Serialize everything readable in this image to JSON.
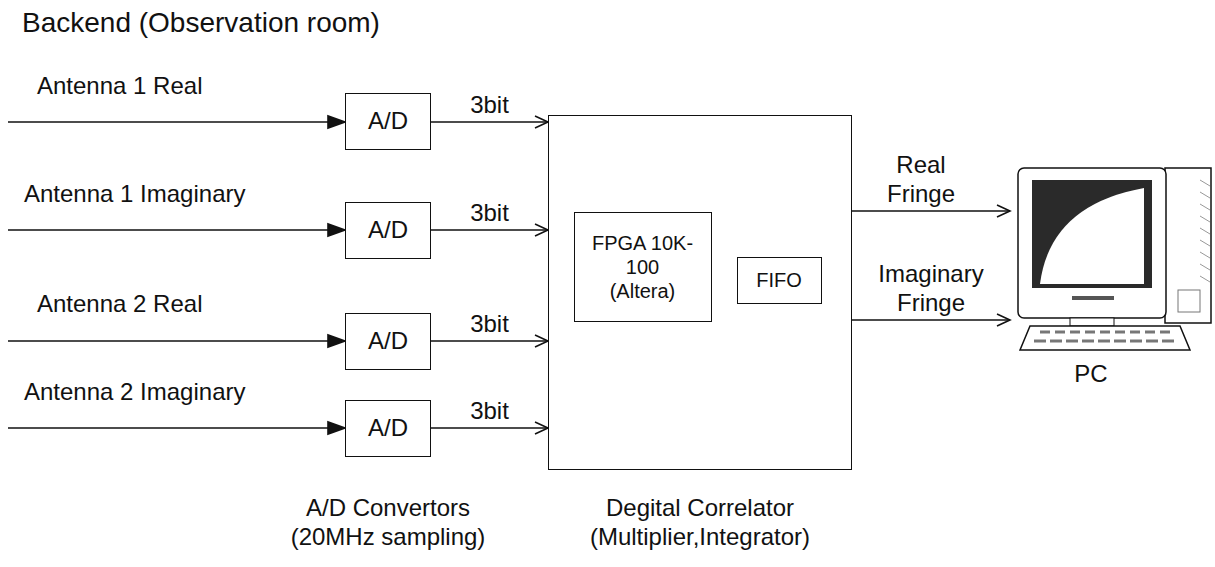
{
  "diagram": {
    "title": "Backend (Observation room)",
    "nodes": [
      {
        "text": [
          "A/D"
        ]
      },
      {
        "text": [
          "A/D"
        ]
      },
      {
        "text": [
          "A/D"
        ]
      },
      {
        "text": [
          "A/D"
        ]
      },
      {
        "text": [
          "Degital Correlator (Multiplier,Integrator)"
        ]
      },
      {
        "text": [
          "FPGA 10K-100 (Altera)"
        ],
        "in": 4
      },
      {
        "text": [
          "FIFO"
        ],
        "in": 4
      },
      {
        "text": [
          "PC"
        ]
      }
    ],
    "edges": [
      {
        "from": 0,
        "to": 4,
        "label": "3bit",
        "arrow": "to"
      },
      {
        "from": 1,
        "to": 4,
        "label": "3bit",
        "arrow": "to"
      },
      {
        "from": 2,
        "to": 4,
        "label": "3bit",
        "arrow": "to"
      },
      {
        "from": 3,
        "to": 4,
        "label": "3bit",
        "arrow": "to"
      },
      {
        "from": 5,
        "to": 6,
        "arrow": "to"
      },
      {
        "from": 4,
        "to": 7,
        "label": "Real Fringe",
        "arrow": "to"
      },
      {
        "from": 4,
        "to": 7,
        "label": "Imaginary Fringe",
        "arrow": "to"
      }
    ],
    "labels": [
      "Antenna 1 Real",
      "Antenna 1 Imaginary",
      "Antenna 2 Real",
      "Antenna 2 Imaginary",
      "A/D Convertors (20MHz sampling)"
    ]
  }
}
